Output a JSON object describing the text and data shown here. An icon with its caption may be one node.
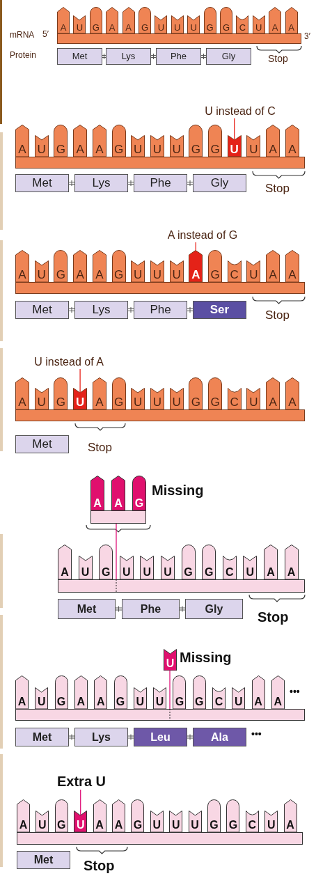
{
  "diagram": {
    "nodes": [
      {
        "text": [
          "A"
        ]
      },
      {
        "text": [
          "U"
        ]
      },
      {
        "text": [
          "G"
        ]
      },
      {
        "text": [
          "A"
        ]
      },
      {
        "text": [
          "A"
        ]
      },
      {
        "text": [
          "G"
        ]
      },
      {
        "text": [
          "U"
        ]
      },
      {
        "text": [
          "U"
        ]
      },
      {
        "text": [
          "U"
        ]
      },
      {
        "text": [
          "G"
        ]
      },
      {
        "text": [
          "G"
        ]
      },
      {
        "text": [
          "C"
        ]
      },
      {
        "text": [
          "U"
        ]
      },
      {
        "text": [
          "A"
        ]
      },
      {
        "text": [
          "A"
        ]
      },
      {
        "text": [
          "Met"
        ]
      },
      {
        "text": [
          "Lys"
        ]
      },
      {
        "text": [
          "Phe"
        ]
      },
      {
        "text": [
          "Gly"
        ]
      },
      {
        "text": [
          "U instead of C"
        ]
      },
      {
        "text": [
          "A"
        ]
      },
      {
        "text": [
          "U"
        ]
      },
      {
        "text": [
          "G"
        ]
      },
      {
        "text": [
          "A"
        ]
      },
      {
        "text": [
          "A"
        ]
      },
      {
        "text": [
          "G"
        ]
      },
      {
        "text": [
          "U"
        ]
      },
      {
        "text": [
          "U"
        ]
      },
      {
        "text": [
          "U"
        ]
      },
      {
        "text": [
          "G"
        ]
      },
      {
        "text": [
          "G"
        ]
      },
      {
        "text": [
          "U"
        ]
      },
      {
        "text": [
          "U"
        ]
      },
      {
        "text": [
          "A"
        ]
      },
      {
        "text": [
          "A"
        ]
      },
      {
        "text": [
          "Met"
        ]
      },
      {
        "text": [
          "Lys"
        ]
      },
      {
        "text": [
          "Phe"
        ]
      },
      {
        "text": [
          "Gly"
        ]
      },
      {
        "text": [
          "A instead of G"
        ]
      },
      {
        "text": [
          "A"
        ]
      },
      {
        "text": [
          "U"
        ]
      },
      {
        "text": [
          "G"
        ]
      },
      {
        "text": [
          "A"
        ]
      },
      {
        "text": [
          "A"
        ]
      },
      {
        "text": [
          "G"
        ]
      },
      {
        "text": [
          "U"
        ]
      },
      {
        "text": [
          "U"
        ]
      },
      {
        "text": [
          "U"
        ]
      },
      {
        "text": [
          "A"
        ]
      },
      {
        "text": [
          "G"
        ]
      },
      {
        "text": [
          "C"
        ]
      },
      {
        "text": [
          "U"
        ]
      },
      {
        "text": [
          "A"
        ]
      },
      {
        "text": [
          "A"
        ]
      },
      {
        "text": [
          "Met"
        ]
      },
      {
        "text": [
          "Lys"
        ]
      },
      {
        "text": [
          "Phe"
        ]
      },
      {
        "text": [
          "Ser"
        ]
      },
      {
        "text": [
          "U instead of A"
        ]
      },
      {
        "text": [
          "A"
        ]
      },
      {
        "text": [
          "U"
        ]
      },
      {
        "text": [
          "G"
        ]
      },
      {
        "text": [
          "U"
        ]
      },
      {
        "text": [
          "A"
        ]
      },
      {
        "text": [
          "G"
        ]
      },
      {
        "text": [
          "U"
        ]
      },
      {
        "text": [
          "U"
        ]
      },
      {
        "text": [
          "U"
        ]
      },
      {
        "text": [
          "G"
        ]
      },
      {
        "text": [
          "G"
        ]
      },
      {
        "text": [
          "C"
        ]
      },
      {
        "text": [
          "U"
        ]
      },
      {
        "text": [
          "A"
        ]
      },
      {
        "text": [
          "A"
        ]
      },
      {
        "text": [
          "Met"
        ]
      },
      {
        "text": [
          "A"
        ]
      },
      {
        "text": [
          "A"
        ]
      },
      {
        "text": [
          "G"
        ]
      },
      {
        "text": [],
        "shape": "bar"
      },
      {
        "text": [
          "A"
        ]
      },
      {
        "text": [
          "U"
        ]
      },
      {
        "text": [
          "G"
        ]
      },
      {
        "text": [
          "U"
        ]
      },
      {
        "text": [
          "U"
        ]
      },
      {
        "text": [
          "U"
        ]
      },
      {
        "text": [
          "G"
        ]
      },
      {
        "text": [
          "G"
        ]
      },
      {
        "text": [
          "C"
        ]
      },
      {
        "text": [
          "U"
        ]
      },
      {
        "text": [
          "A"
        ]
      },
      {
        "text": [
          "A"
        ]
      },
      {
        "text": [
          "Met"
        ]
      },
      {
        "text": [
          "Phe"
        ]
      },
      {
        "text": [
          "Gly"
        ]
      },
      {
        "text": [
          "U"
        ],
        "beside": [
          "Missing"
        ]
      },
      {
        "text": [
          "A"
        ]
      },
      {
        "text": [
          "U"
        ]
      },
      {
        "text": [
          "G"
        ]
      },
      {
        "text": [
          "A"
        ]
      },
      {
        "text": [
          "A"
        ]
      },
      {
        "text": [
          "G"
        ]
      },
      {
        "text": [
          "U"
        ]
      },
      {
        "text": [
          "U"
        ]
      },
      {
        "text": [
          "G"
        ]
      },
      {
        "text": [
          "G"
        ]
      },
      {
        "text": [
          "C"
        ]
      },
      {
        "text": [
          "U"
        ]
      },
      {
        "text": [
          "A"
        ]
      },
      {
        "text": [
          "A"
        ]
      },
      {
        "text": [
          "Met"
        ]
      },
      {
        "text": [
          "Lys"
        ]
      },
      {
        "text": [
          "Leu"
        ]
      },
      {
        "text": [
          "Ala"
        ]
      },
      {
        "text": [
          "Extra U"
        ]
      },
      {
        "text": [
          "A"
        ]
      },
      {
        "text": [
          "U"
        ]
      },
      {
        "text": [
          "G"
        ]
      },
      {
        "text": [
          "U"
        ]
      },
      {
        "text": [
          "A"
        ]
      },
      {
        "text": [
          "A"
        ]
      },
      {
        "text": [
          "G"
        ]
      },
      {
        "text": [
          "U"
        ]
      },
      {
        "text": [
          "U"
        ]
      },
      {
        "text": [
          "U"
        ]
      },
      {
        "text": [
          "G"
        ]
      },
      {
        "text": [
          "G"
        ]
      },
      {
        "text": [
          "C"
        ]
      },
      {
        "text": [
          "U"
        ]
      },
      {
        "text": [
          "A"
        ]
      },
      {
        "text": [
          "Met"
        ]
      },
      {
        "text": [],
        "shape": "bar"
      },
      {
        "text": [],
        "shape": "bar"
      },
      {
        "text": [],
        "shape": "bar"
      },
      {
        "text": [],
        "shape": "bar"
      },
      {
        "text": [],
        "shape": "bar"
      },
      {
        "text": [],
        "shape": "bar"
      },
      {
        "text": [],
        "shape": "bar"
      }
    ],
    "edges": [
      {
        "from": 15,
        "to": 16,
        "arrow": "none"
      },
      {
        "from": 16,
        "to": 17,
        "arrow": "none"
      },
      {
        "from": 17,
        "to": 18,
        "arrow": "none"
      },
      {
        "from": 19,
        "to": 31,
        "arrow": "none",
        "color": "#e8241c"
      },
      {
        "from": 35,
        "to": 36,
        "arrow": "none"
      },
      {
        "from": 36,
        "to": 37,
        "arrow": "none"
      },
      {
        "from": 37,
        "to": 38,
        "arrow": "none"
      },
      {
        "from": 39,
        "to": 49,
        "arrow": "none",
        "color": "#e8241c"
      },
      {
        "from": 55,
        "to": 56,
        "arrow": "none"
      },
      {
        "from": 56,
        "to": 57,
        "arrow": "none"
      },
      {
        "from": 57,
        "to": 58,
        "arrow": "none"
      },
      {
        "from": 59,
        "to": 63,
        "arrow": "none",
        "color": "#e8241c"
      },
      {
        "from": 79,
        "to": 135,
        "arrow": "none",
        "color": "#e0147a"
      },
      {
        "from": 92,
        "to": 93,
        "arrow": "none"
      },
      {
        "from": 93,
        "to": 94,
        "arrow": "none"
      },
      {
        "from": 95,
        "to": 136,
        "arrow": "none",
        "color": "#e0147a"
      },
      {
        "from": 110,
        "to": 111,
        "arrow": "none"
      },
      {
        "from": 111,
        "to": 112,
        "arrow": "none"
      },
      {
        "from": 112,
        "to": 113,
        "arrow": "none"
      },
      {
        "from": 114,
        "to": 118,
        "arrow": "none",
        "color": "#e0147a"
      }
    ],
    "labels": [
      "mRNA",
      "5′",
      "3′",
      "Protein",
      "Stop",
      "Stop",
      "Stop",
      "Stop",
      "Missing",
      "Stop",
      "•••",
      "•••",
      "Stop"
    ]
  }
}
